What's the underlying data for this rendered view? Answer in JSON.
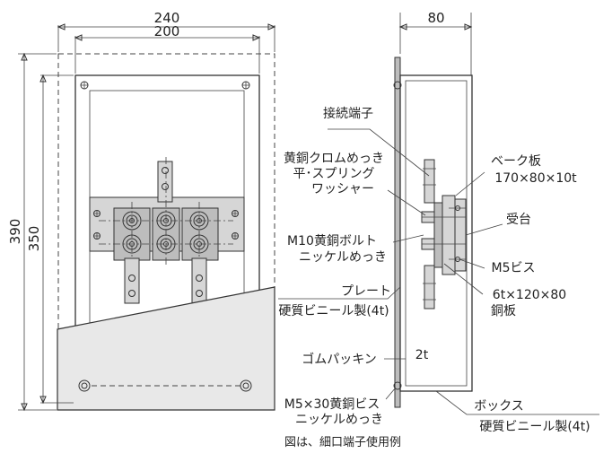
{
  "dimensions": {
    "width_outer": "240",
    "width_inner": "200",
    "height_outer": "390",
    "height_inner": "350",
    "depth": "80"
  },
  "labels": {
    "terminal": "接続端子",
    "washer_line1": "黄銅クロムめっき",
    "washer_line2": "平･スプリング",
    "washer_line3": "ワッシャー",
    "bolt_line1": "M10黄銅ボルト",
    "bolt_line2": "ニッケルめっき",
    "plate_line1": "プレート",
    "plate_line2": "硬質ビニール製(4t)",
    "gasket": "ゴムパッキン",
    "screw_line1": "M5×30黄銅ビス",
    "screw_line2": "ニッケルめっき",
    "bake_line1": "ベーク板",
    "bake_line2": "170×80×10t",
    "receiver": "受台",
    "m5_screw": "M5ビス",
    "copper_line1": "6t×120×80",
    "copper_line2": "銅板",
    "thickness": "2t",
    "box_line1": "ボックス",
    "box_line2": "硬質ビニール製(4t)"
  },
  "caption": "図は、細口端子使用例"
}
